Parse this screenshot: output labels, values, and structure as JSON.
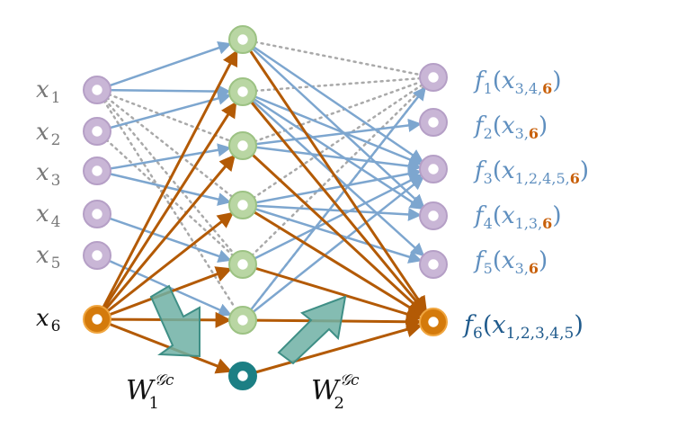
{
  "colors": {
    "input_node": "#c9b6d6",
    "input_node_ring": "#b59fc6",
    "hidden_node": "#b9d6a3",
    "hidden_node_ring": "#9cc283",
    "output_node": "#c9b6d6",
    "active_node": "#d47a0b",
    "active_node_ring": "#f0a640",
    "special_hidden": "#1c7f84",
    "blue_edge": "#7da6cf",
    "orange_edge": "#b35a05",
    "dotted_edge": "#a9a9a9",
    "big_arrow": "#6fb0a4",
    "big_arrow_stroke": "#3f8f86",
    "text_gray": "#777777",
    "text_blue": "#5f8fbf",
    "text_dark_blue": "#1f5a8c",
    "text_orange": "#c8600a",
    "text_black": "#111111"
  },
  "inputs": [
    {
      "label": "x",
      "sub": "1"
    },
    {
      "label": "x",
      "sub": "2"
    },
    {
      "label": "x",
      "sub": "3"
    },
    {
      "label": "x",
      "sub": "4"
    },
    {
      "label": "x",
      "sub": "5"
    },
    {
      "label": "x",
      "sub": "6"
    }
  ],
  "outputs": [
    {
      "func": "f",
      "fsub": "1",
      "arg": "x",
      "argsub": "3,4,",
      "highlight": "6"
    },
    {
      "func": "f",
      "fsub": "2",
      "arg": "x",
      "argsub": "3,",
      "highlight": "6"
    },
    {
      "func": "f",
      "fsub": "3",
      "arg": "x",
      "argsub": "1,2,4,5,",
      "highlight": "6"
    },
    {
      "func": "f",
      "fsub": "4",
      "arg": "x",
      "argsub": "1,3,",
      "highlight": "6"
    },
    {
      "func": "f",
      "fsub": "5",
      "arg": "x",
      "argsub": "3,",
      "highlight": "6"
    },
    {
      "func": "f",
      "fsub": "6",
      "arg": "x",
      "argsub": "1,2,3,4,5",
      "highlight": ""
    }
  ],
  "weights": [
    {
      "label": "W",
      "sup": "𝒢c",
      "sub": "1"
    },
    {
      "label": "W",
      "sup": "𝒢c",
      "sub": "2"
    }
  ],
  "paren_open": "(",
  "paren_close": ")"
}
